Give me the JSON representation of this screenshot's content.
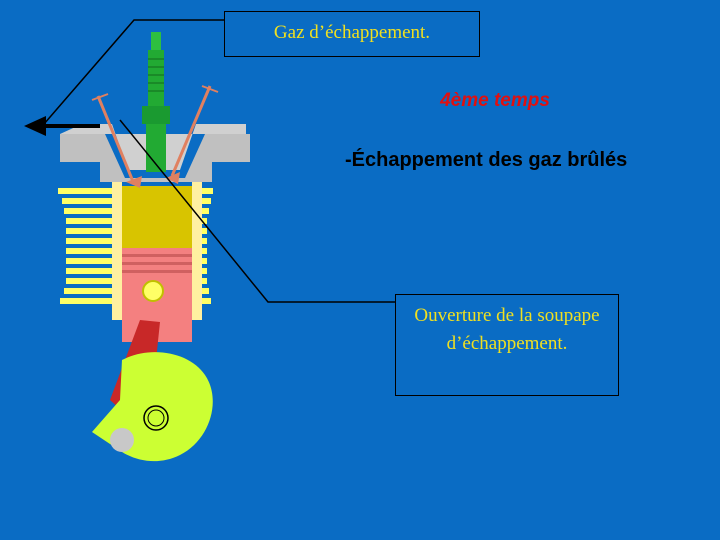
{
  "callouts": {
    "top": "Gaz d’échappement.",
    "bottom": "Ouverture de la soupape d’échappement."
  },
  "stroke": {
    "title": "4ème temps",
    "description": "-Échappement des gaz brûlés"
  },
  "colors": {
    "background": "#0a6cc4",
    "callout_text": "#f0e020",
    "title": "#e01010",
    "cylinder_fins": "#ffff66",
    "cylinder_head": "#c0c0c0",
    "piston_skirt": "#d8c400",
    "piston_crown": "#f48080",
    "connecting_rod": "#c82828",
    "crank": "#ccff33",
    "spark_plug": "#22aa33"
  }
}
